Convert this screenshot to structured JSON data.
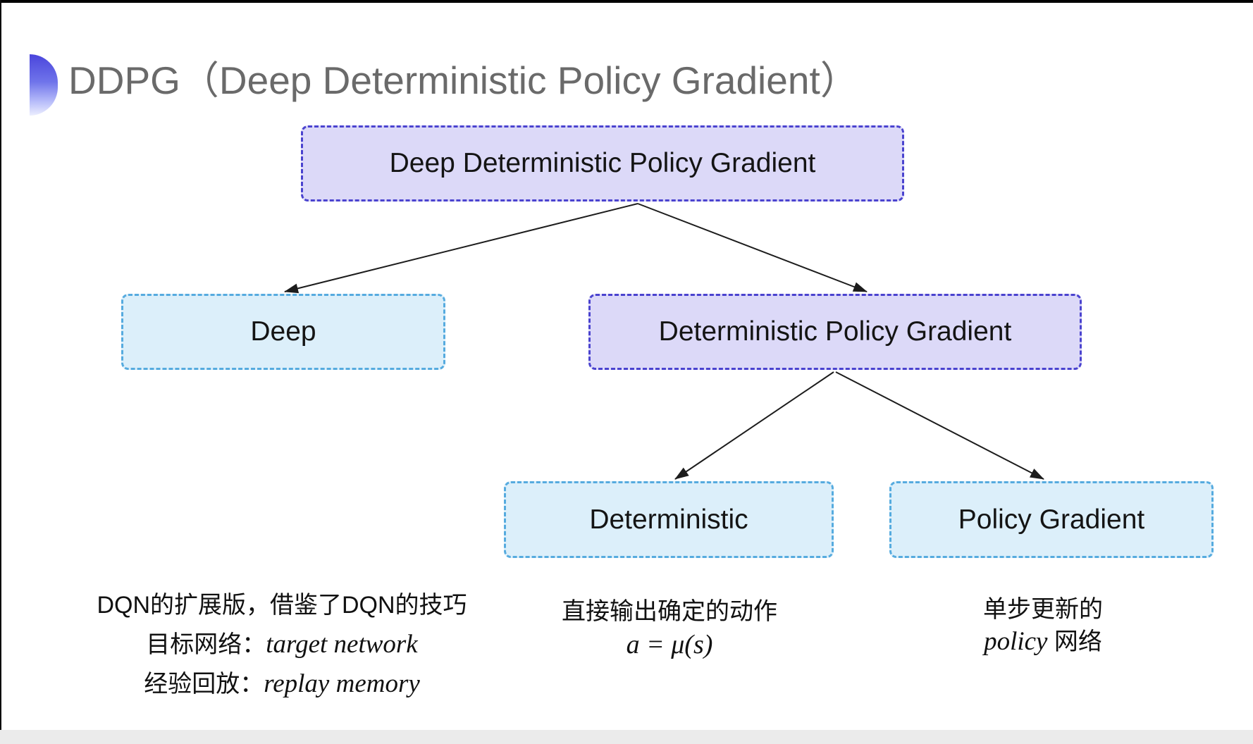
{
  "title": "DDPG（Deep Deterministic Policy Gradient）",
  "nodes": {
    "root": {
      "label": "Deep Deterministic Policy Gradient"
    },
    "deep": {
      "label": "Deep"
    },
    "dpg": {
      "label": "Deterministic Policy Gradient"
    },
    "deterministic": {
      "label": "Deterministic"
    },
    "policy_gradient": {
      "label": "Policy Gradient"
    }
  },
  "notes": {
    "deep": {
      "line1": "DQN的扩展版，借鉴了DQN的技巧",
      "line2_cn": "目标网络：",
      "line2_en": "target network",
      "line3_cn": "经验回放：",
      "line3_en": "replay memory"
    },
    "deterministic": {
      "line1": "直接输出确定的动作",
      "line2": "a = μ(s)"
    },
    "policy_gradient": {
      "line1": "单步更新的",
      "line2_en": "policy",
      "line2_cn": " 网络"
    }
  },
  "colors": {
    "purple_fill": "#dcd9f8",
    "purple_border": "#4a43cf",
    "blue_fill": "#dceffa",
    "blue_border": "#56abdf",
    "title_text": "#6a6a6a",
    "node_text": "#141414",
    "arrow": "#1c1c1c",
    "bullet_gradient_top": "#4a45dc",
    "bullet_gradient_bottom": "#eceefe"
  }
}
